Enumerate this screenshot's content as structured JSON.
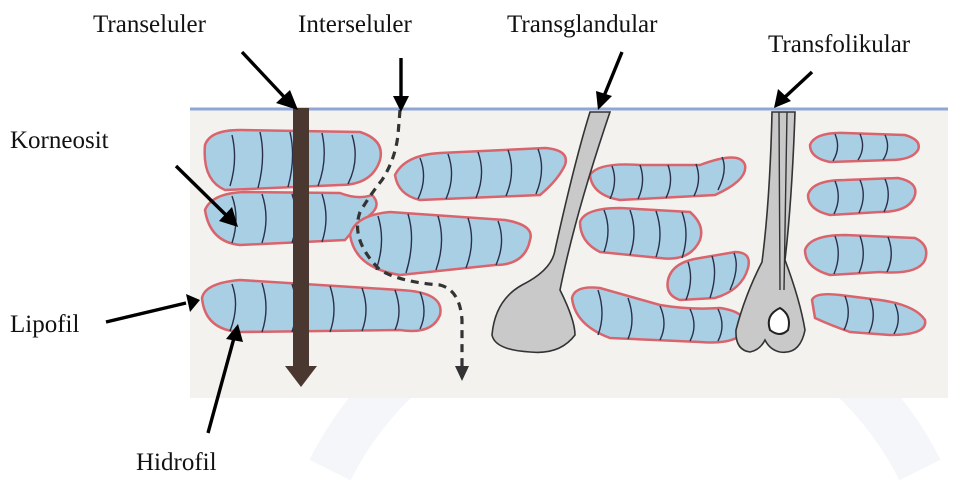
{
  "labels": {
    "transeluler": "Transeluler",
    "interseluler": "Interseluler",
    "transglandular": "Transglandular",
    "transfolikular": "Transfolikular",
    "korneosit": "Korneosit",
    "lipofil": "Lipofil",
    "hidrofil": "Hidrofil"
  },
  "colors": {
    "cell_fill": "#a9cfe4",
    "cell_outline": "#d9646c",
    "cell_lines": "#2b2f4a",
    "skin_surface": "#8fa6d6",
    "background_panel": "#f4f2ef",
    "appendage_fill": "#c9c9c9",
    "arrow_solid": "#4a3730",
    "label_arrow": "#000000"
  }
}
